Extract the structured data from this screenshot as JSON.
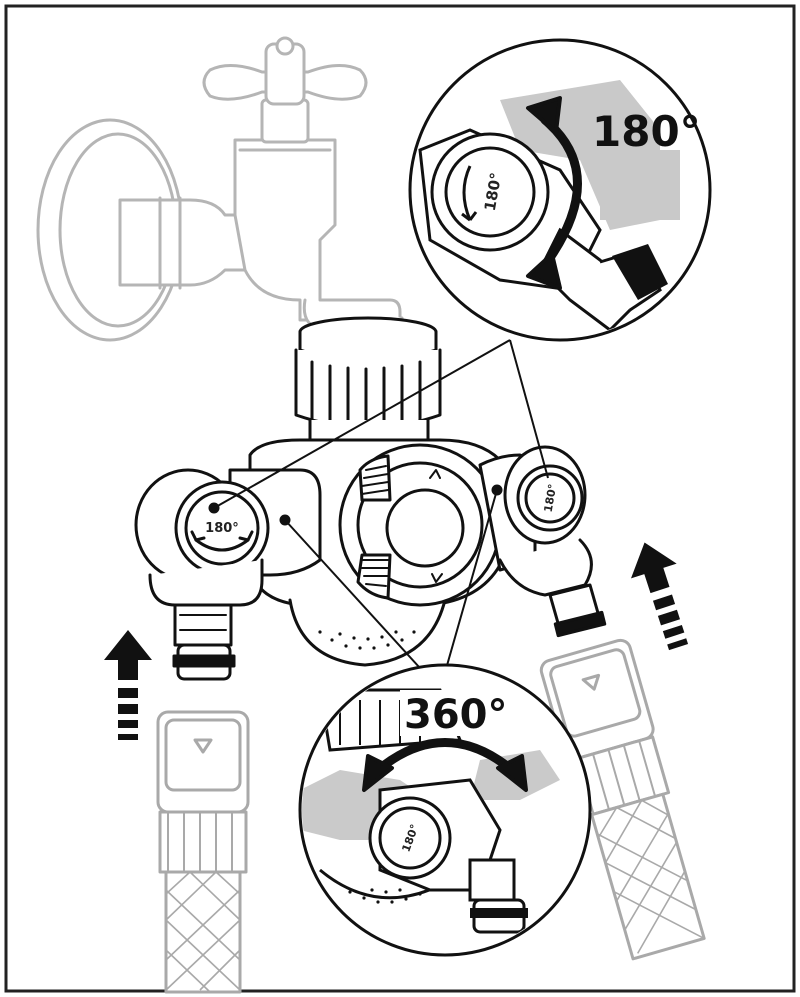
{
  "diagram": {
    "labels": {
      "rotation_top": "180°",
      "rotation_bottom": "360°",
      "valve_left_mark": "180°",
      "valve_right_mark": "180°",
      "valve_zoom_mark": "180°",
      "valve_bottom_mark": "180°"
    }
  },
  "colors": {
    "outline": "#111111",
    "ghost_outline": "#b8b8b8",
    "shadow_fill": "#cfcfcf",
    "paper": "#ffffff"
  }
}
